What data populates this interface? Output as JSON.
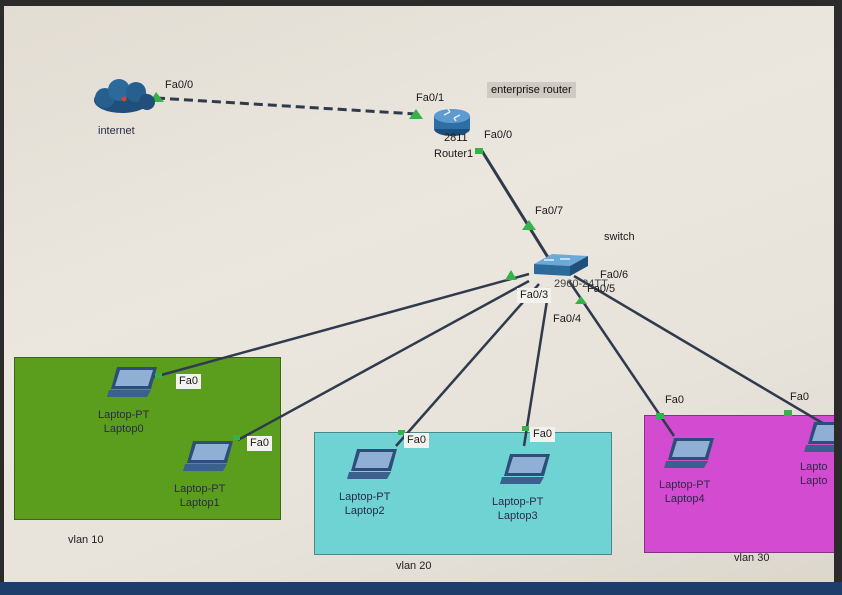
{
  "devices": {
    "internet": "internet",
    "router_model": "2811",
    "router_name": "Router1",
    "router_note": "enterprise router",
    "switch_note": "switch",
    "switch_model_partial": "2960-24TT",
    "laptops": [
      {
        "type": "Laptop-PT",
        "name": "Laptop0"
      },
      {
        "type": "Laptop-PT",
        "name": "Laptop1"
      },
      {
        "type": "Laptop-PT",
        "name": "Laptop2"
      },
      {
        "type": "Laptop-PT",
        "name": "Laptop3"
      },
      {
        "type": "Laptop-PT",
        "name": "Laptop4"
      },
      {
        "type": "Lapto",
        "name": "Lapto"
      }
    ]
  },
  "ports": {
    "internet_fa": "Fa0/0",
    "router_fa01": "Fa0/1",
    "router_fa00": "Fa0/0",
    "switch_fa07": "Fa0/7",
    "switch_fa06": "Fa0/6",
    "switch_fa05": "Fa0/5",
    "switch_fa03": "Fa0/3",
    "switch_fa04": "Fa0/4",
    "laptop_fa": [
      "Fa0",
      "Fa0",
      "Fa0",
      "Fa0",
      "Fa0",
      "Fa0"
    ]
  },
  "vlans": {
    "v10": "vlan 10",
    "v20": "vlan 20",
    "v30": "vlan 30"
  },
  "colors": {
    "vlan10": "#5b9e1e",
    "vlan20": "#6fd3d3",
    "vlan30": "#d24bd0",
    "link": "#2f3a4c",
    "link_up": "#35b24a"
  }
}
